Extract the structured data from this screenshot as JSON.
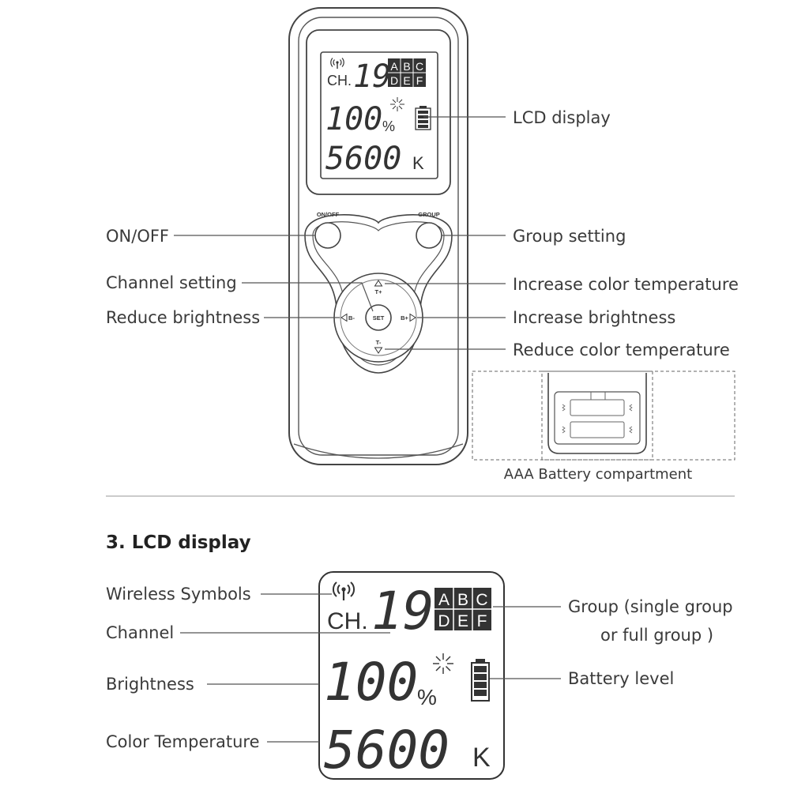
{
  "remote": {
    "onoff_small": "ON/OFF",
    "group_small": "GROUP",
    "set_label": "SET",
    "t_plus": "T+",
    "t_minus": "T-",
    "b_minus": "B-",
    "b_plus": "B+"
  },
  "lcd": {
    "channel_prefix": "CH.",
    "channel_number": "19",
    "groups": [
      "A",
      "B",
      "C",
      "D",
      "E",
      "F"
    ],
    "brightness_value": "100",
    "brightness_unit": "%",
    "color_temp_value": "5600",
    "color_temp_unit": "K"
  },
  "callouts": {
    "lcd_display": "LCD display",
    "on_off": "ON/OFF",
    "group_setting": "Group setting",
    "channel_setting": "Channel setting",
    "increase_color_temperature": "Increase color temperature",
    "reduce_brightness": "Reduce brightness",
    "increase_brightness": "Increase brightness",
    "reduce_color_temperature": "Reduce color temperature",
    "battery_compartment": "AAA Battery compartment"
  },
  "section": {
    "number": "3.",
    "title": "LCD display"
  },
  "lcd_callouts": {
    "wireless_symbols": "Wireless Symbols",
    "channel": "Channel",
    "brightness": "Brightness",
    "color_temperature": "Color Temperature",
    "group_line1": "Group (single group",
    "group_line2": "or full group )",
    "battery_level": "Battery level"
  }
}
